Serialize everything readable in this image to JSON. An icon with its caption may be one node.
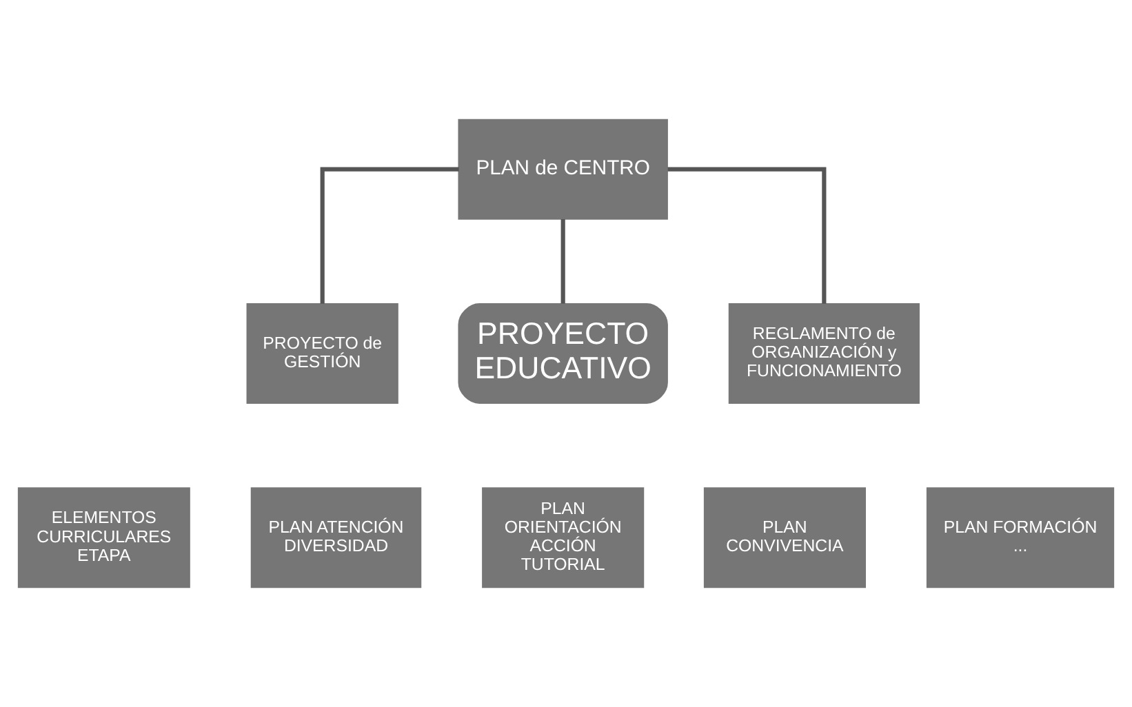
{
  "diagram": {
    "nodes": [
      {
        "text": [
          "PLAN de CENTRO"
        ]
      },
      {
        "text": [
          "PROYECTO de GESTIÓN"
        ]
      },
      {
        "text": [
          "PROYECTO EDUCATIVO"
        ]
      },
      {
        "text": [
          "REGLAMENTO de ORGANIZACIÓN y FUNCIONAMIENTO"
        ]
      },
      {
        "text": [
          "ELEMENTOS CURRICULARES ETAPA"
        ]
      },
      {
        "text": [
          "PLAN ATENCIÓN DIVERSIDAD"
        ]
      },
      {
        "text": [
          "PLAN ORIENTACIÓN ACCIÓN TUTORIAL"
        ]
      },
      {
        "text": [
          "PLAN CONVIVENCIA"
        ]
      },
      {
        "text": [
          "PLAN FORMACIÓN",
          "..."
        ]
      }
    ],
    "edges": [
      {
        "from": 0,
        "to": 1,
        "arrow": "none"
      },
      {
        "from": 0,
        "to": 2,
        "arrow": "none"
      },
      {
        "from": 0,
        "to": 3,
        "arrow": "none"
      }
    ]
  }
}
